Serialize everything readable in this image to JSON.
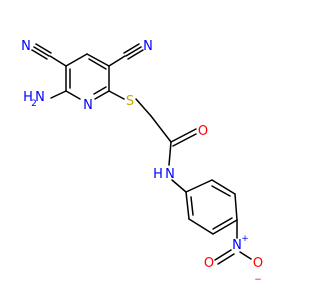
{
  "molecule": {
    "atoms": {
      "n_nitrile_1": "N",
      "c_nitrile_1": "C",
      "n_nitrile_2": "N",
      "c_nitrile_2": "C",
      "amino": "H",
      "amino_n": "N",
      "amino_h_sub": "2",
      "ring_n": "N",
      "sulfur": "S",
      "carbonyl_o": "O",
      "amide_n": "N",
      "amide_h": "H",
      "nitro_n": "N",
      "nitro_n_charge": "+",
      "nitro_o": "O",
      "nitro_o_charge": "−",
      "nitro_o2": "O"
    },
    "colors": {
      "carbon_bond": "#000000",
      "nitrogen": "#0000ff",
      "oxygen": "#ff0000",
      "sulfur": "#ccaa00"
    }
  }
}
